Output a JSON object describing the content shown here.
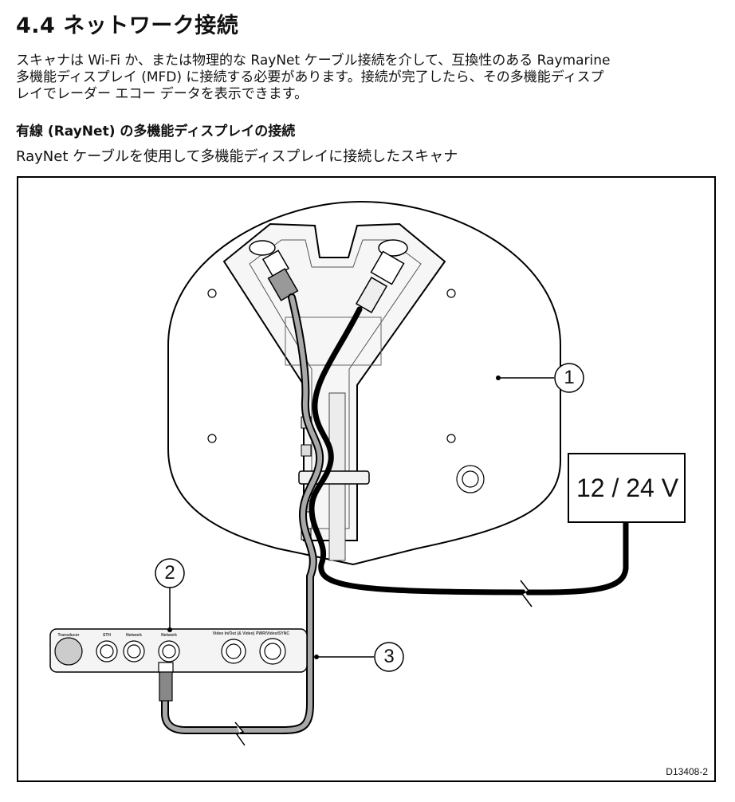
{
  "section": {
    "heading": "4.4 ネットワーク接続",
    "paragraph_lines": [
      "スキャナは Wi-Fi か、または物理的な RayNet ケーブル接続を介して、互換性のある Raymarine",
      "多機能ディスプレイ (MFD) に接続する必要があります。接続が完了したら、その多機能ディスプ",
      "レイでレーダー エコー データを表示できます。"
    ]
  },
  "subsection": {
    "heading": "有線 (RayNet) の多機能ディスプレイの接続",
    "caption": "RayNet ケーブルを使用して多機能ディスプレイに接続したスキャナ"
  },
  "figure": {
    "id": "D13408-2",
    "power_label": "12 / 24 V",
    "callouts": [
      "1",
      "2",
      "3"
    ],
    "mfd_ports": [
      "Transducer",
      "STH",
      "Network",
      "Network",
      "Video In/Out (& Video)",
      "PWR/Video/SYNC"
    ]
  }
}
